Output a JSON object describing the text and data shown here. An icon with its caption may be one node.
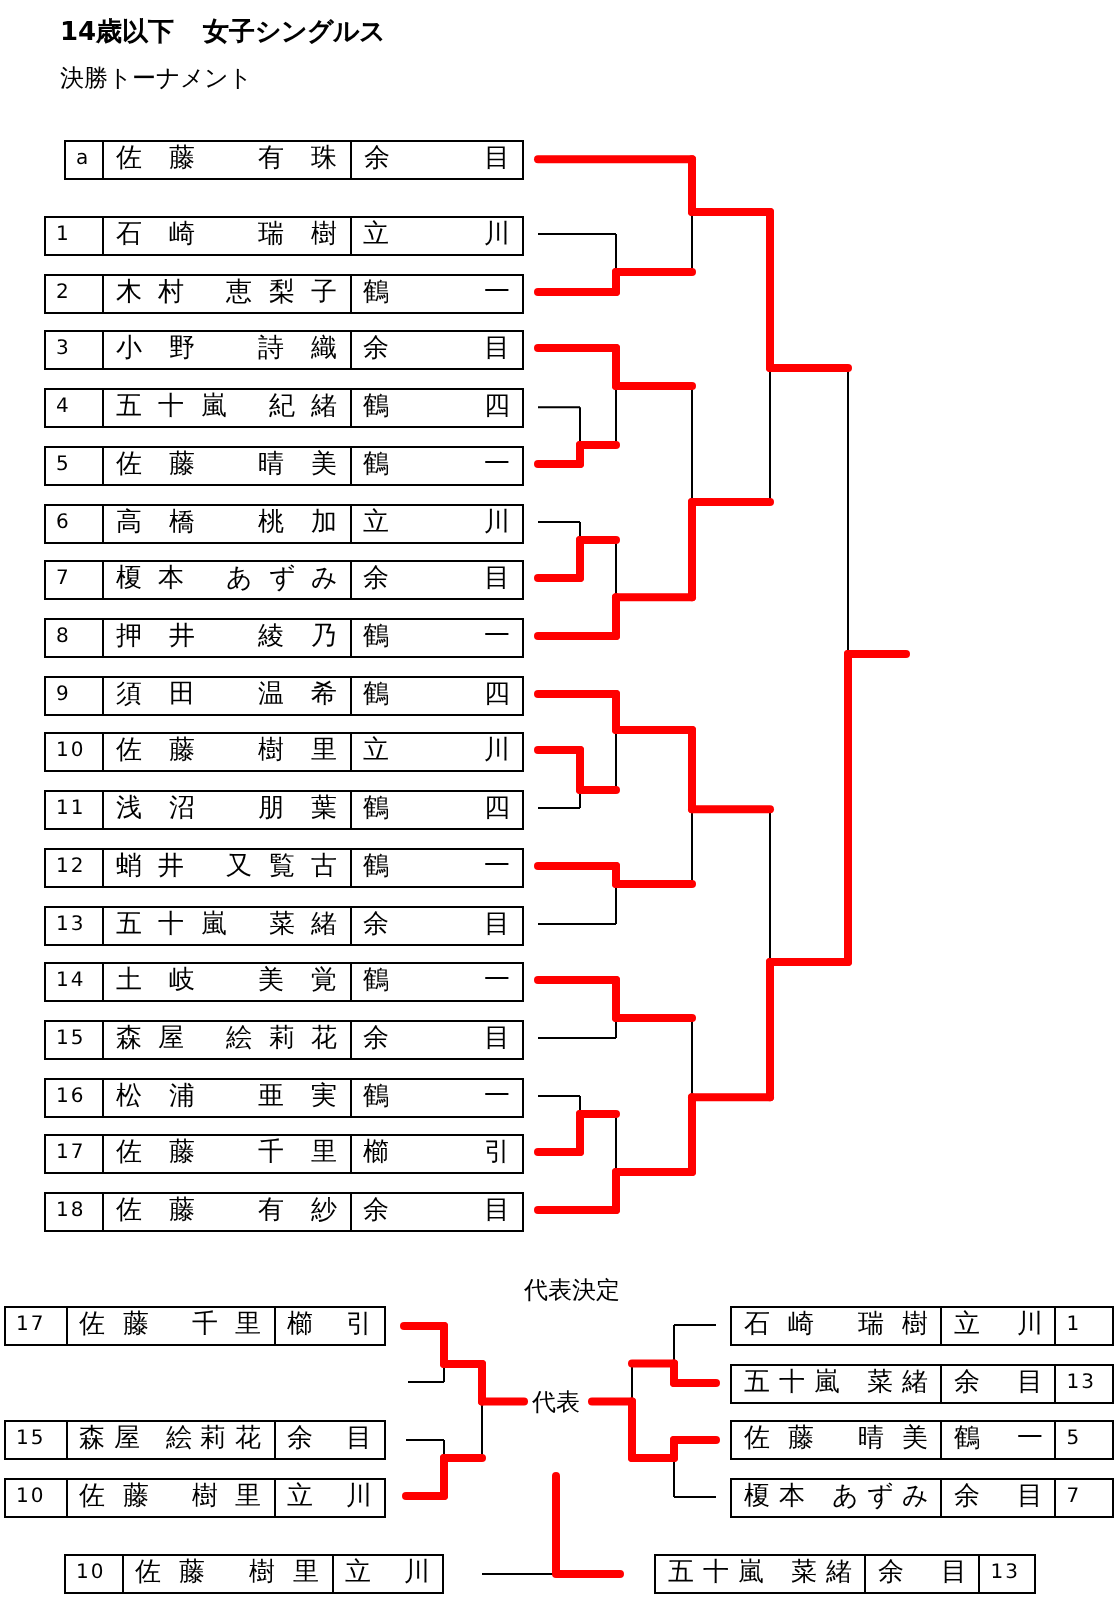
{
  "diagram": {
    "title": "14歳以下 女子シングルス",
    "nodes": [
      {
        "text": [
          "a",
          "佐藤 有珠",
          "余目"
        ]
      },
      {
        "text": [
          "1",
          "石崎 瑞樹",
          "立川"
        ]
      },
      {
        "text": [
          "2",
          "木村 恵梨子",
          "鶴一"
        ]
      },
      {
        "text": [
          "3",
          "小野 詩織",
          "余目"
        ]
      },
      {
        "text": [
          "4",
          "五十嵐 紀緒",
          "鶴四"
        ]
      },
      {
        "text": [
          "5",
          "佐藤 晴美",
          "鶴一"
        ]
      },
      {
        "text": [
          "6",
          "高橋 桃加",
          "立川"
        ]
      },
      {
        "text": [
          "7",
          "榎本 あずみ",
          "余目"
        ]
      },
      {
        "text": [
          "8",
          "押井 綾乃",
          "鶴一"
        ]
      },
      {
        "text": [
          "9",
          "須田 温希",
          "鶴四"
        ]
      },
      {
        "text": [
          "10",
          "佐藤 樹里",
          "立川"
        ]
      },
      {
        "text": [
          "11",
          "浅沼 朋葉",
          "鶴四"
        ]
      },
      {
        "text": [
          "12",
          "蛸井 又覧古",
          "鶴一"
        ]
      },
      {
        "text": [
          "13",
          "五十嵐 菜緒",
          "余目"
        ]
      },
      {
        "text": [
          "14",
          "土岐 美覚",
          "鶴一"
        ]
      },
      {
        "text": [
          "15",
          "森屋 絵莉花",
          "余目"
        ]
      },
      {
        "text": [
          "16",
          "松浦 亜実",
          "鶴一"
        ]
      },
      {
        "text": [
          "17",
          "佐藤 千里",
          "櫛引"
        ]
      },
      {
        "text": [
          "18",
          "佐藤 有紗",
          "余目"
        ]
      },
      {
        "text": [
          "17",
          "佐藤 千里",
          "櫛引"
        ]
      },
      {
        "text": [
          "15",
          "森屋 絵莉花",
          "余目"
        ]
      },
      {
        "text": [
          "10",
          "佐藤 樹里",
          "立川"
        ]
      },
      {
        "text": [
          "石崎 瑞樹",
          "立川",
          "1"
        ]
      },
      {
        "text": [
          "五十嵐 菜緒",
          "余目",
          "13"
        ]
      },
      {
        "text": [
          "佐藤 晴美",
          "鶴一",
          "5"
        ]
      },
      {
        "text": [
          "榎本 あずみ",
          "余目",
          "7"
        ]
      },
      {
        "text": [
          "10",
          "佐藤 樹里",
          "立川"
        ]
      },
      {
        "text": [
          "五十嵐 菜緒",
          "余目",
          "13"
        ]
      }
    ],
    "labels": [
      "決勝トーナメント",
      "代表決定",
      "代表"
    ]
  }
}
